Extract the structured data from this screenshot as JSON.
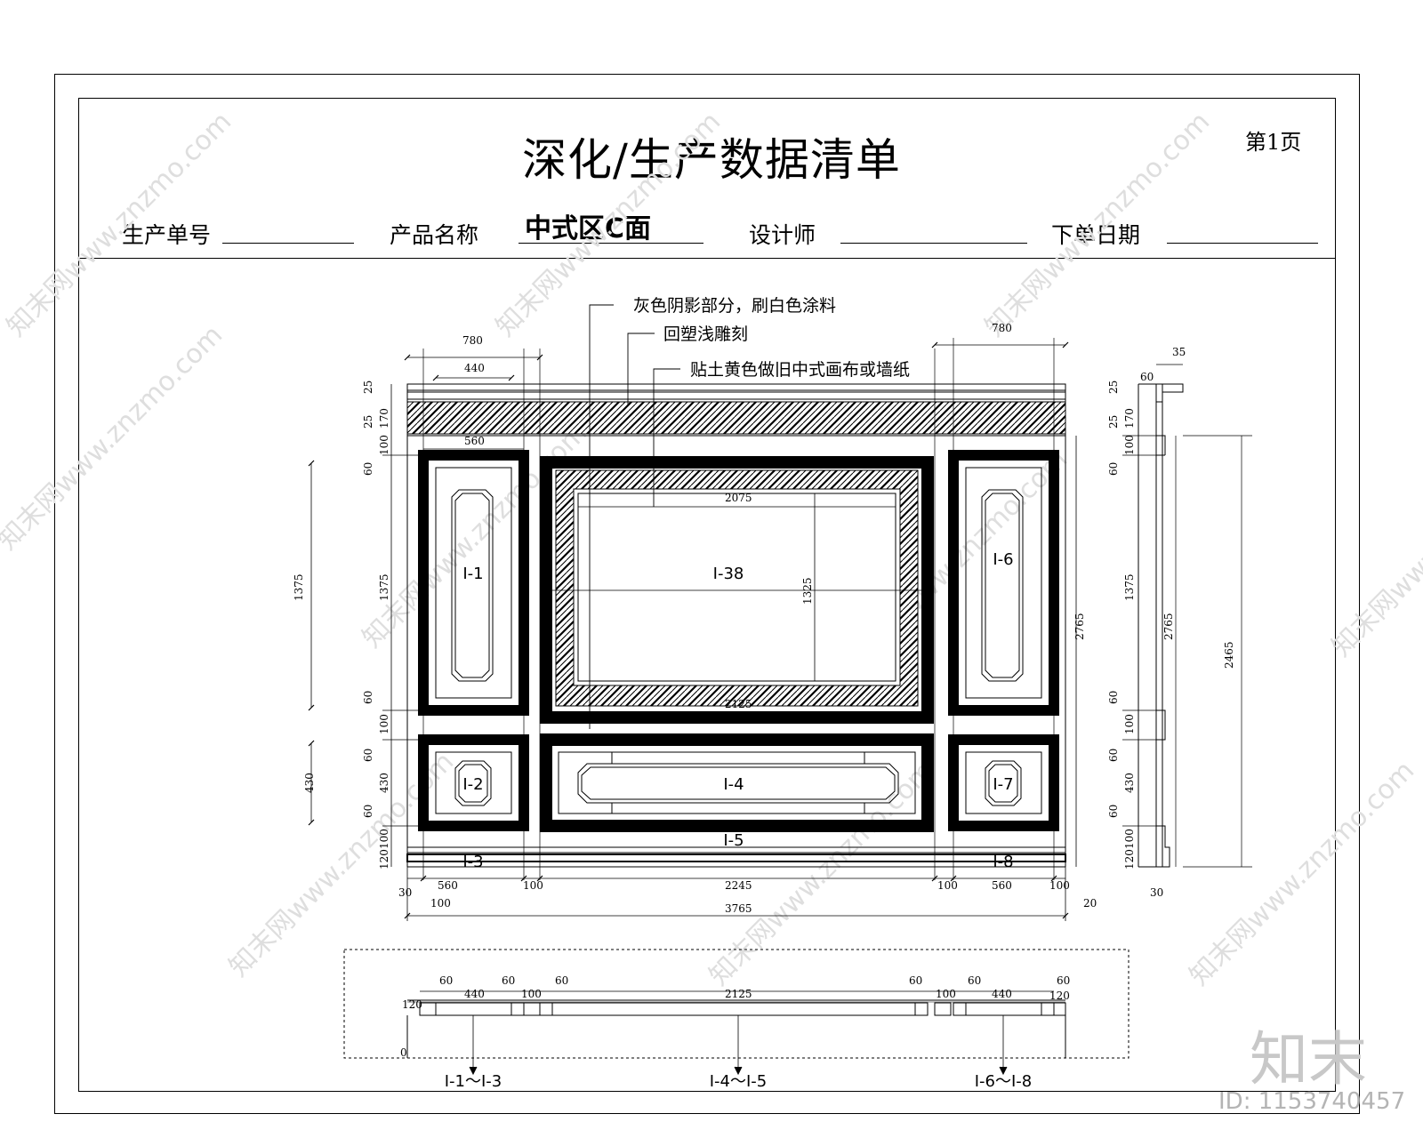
{
  "sheet": {
    "title": "深化/生产数据清单",
    "page_no": "第1页",
    "fields": {
      "order_no_label": "生产单号",
      "product_name_label": "产品名称",
      "product_name_value": "中式区C面",
      "designer_label": "设计师",
      "order_date_label": "下单日期"
    }
  },
  "annotations": {
    "gray_paint": "灰色阴影部分，刷白色涂料",
    "carving": "回塑浅雕刻",
    "wallpaper": "贴土黄色做旧中式画布或墙纸"
  },
  "panels": {
    "p1": "I-1",
    "p2": "I-2",
    "p3": "I-3",
    "p4": "I-4",
    "p5": "I-5",
    "p6": "I-6",
    "p7": "I-7",
    "p8": "I-8",
    "p38": "I-38"
  },
  "dimensions": {
    "top_780_left": "780",
    "top_440": "440",
    "top_780_right": "780",
    "w560": "560",
    "center_2075": "2075",
    "center_2125": "2125",
    "left_25_a": "25",
    "left_25_b": "25",
    "left_30": "30",
    "left_170": "170",
    "left_100": "100",
    "left_60": "60",
    "left_1375": "1375",
    "left_430": "430",
    "left_120": "120",
    "left_1325": "1325",
    "right_2765": "2765",
    "side_35": "35",
    "side_60": "60",
    "side_2465": "2465",
    "bottom_560_l": "560",
    "bottom_100_a": "100",
    "bottom_2245": "2245",
    "bottom_100_b": "100",
    "bottom_560_r": "560",
    "bottom_100_c": "100",
    "total_3765": "3765",
    "dim_20": "20",
    "dim_30": "30",
    "dim_100": "100",
    "sec_60": "60",
    "sec_440": "440",
    "sec_100": "100",
    "sec_2125": "2125",
    "sec_120": "120",
    "sec_0": "0"
  },
  "section_labels": {
    "left": "I-1～I-3",
    "center": "I-4～I-5",
    "right": "I-6～I-8"
  },
  "watermark": {
    "text": "知末网www.znzmo.com",
    "brand": "知末",
    "image_id": "ID: 1153740457"
  }
}
